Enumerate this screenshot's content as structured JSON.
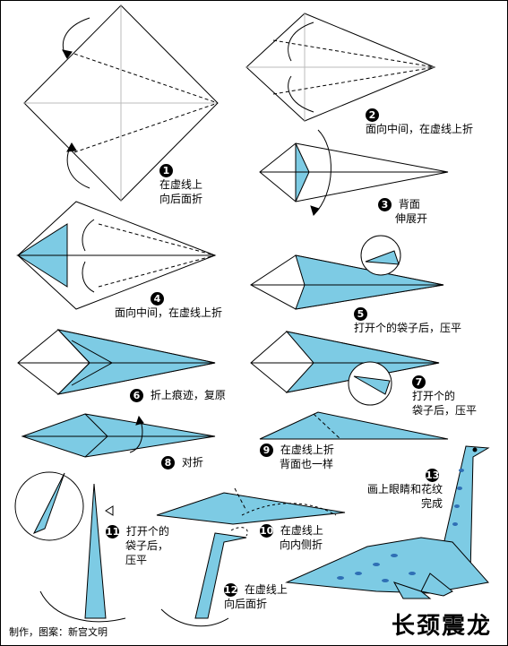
{
  "title": "长颈震龙",
  "credit": "制作，图案：新宫文明",
  "steps": [
    {
      "num": "1",
      "lines": [
        "在虚线上",
        "向后面折"
      ]
    },
    {
      "num": "2",
      "lines": [
        "面向中间，在虚线上折"
      ]
    },
    {
      "num": "3",
      "lines": [
        "背面",
        "伸展开"
      ]
    },
    {
      "num": "4",
      "lines": [
        "面向中间，在虚线上折"
      ]
    },
    {
      "num": "5",
      "lines": [
        "打开个的袋子后，压平"
      ]
    },
    {
      "num": "6",
      "lines": [
        "折上痕迹，复原"
      ]
    },
    {
      "num": "7",
      "lines": [
        "打开个的",
        "袋子后，压平"
      ]
    },
    {
      "num": "8",
      "lines": [
        "对折"
      ]
    },
    {
      "num": "9",
      "lines": [
        "在虚线上折",
        "背面也一样"
      ]
    },
    {
      "num": "10",
      "lines": [
        "在虚线上",
        "向内侧折"
      ]
    },
    {
      "num": "11",
      "lines": [
        "打开个的",
        "袋子后，",
        "压平"
      ]
    },
    {
      "num": "12",
      "lines": [
        "在虚线上",
        "向后面折"
      ]
    },
    {
      "num": "13",
      "lines": [
        "画上眼睛和花纹",
        "完成"
      ]
    }
  ],
  "colors": {
    "paper_blue": "#7dcbe4",
    "paper_white": "#ffffff",
    "line": "#000000",
    "spot": "#2f6fb5"
  }
}
